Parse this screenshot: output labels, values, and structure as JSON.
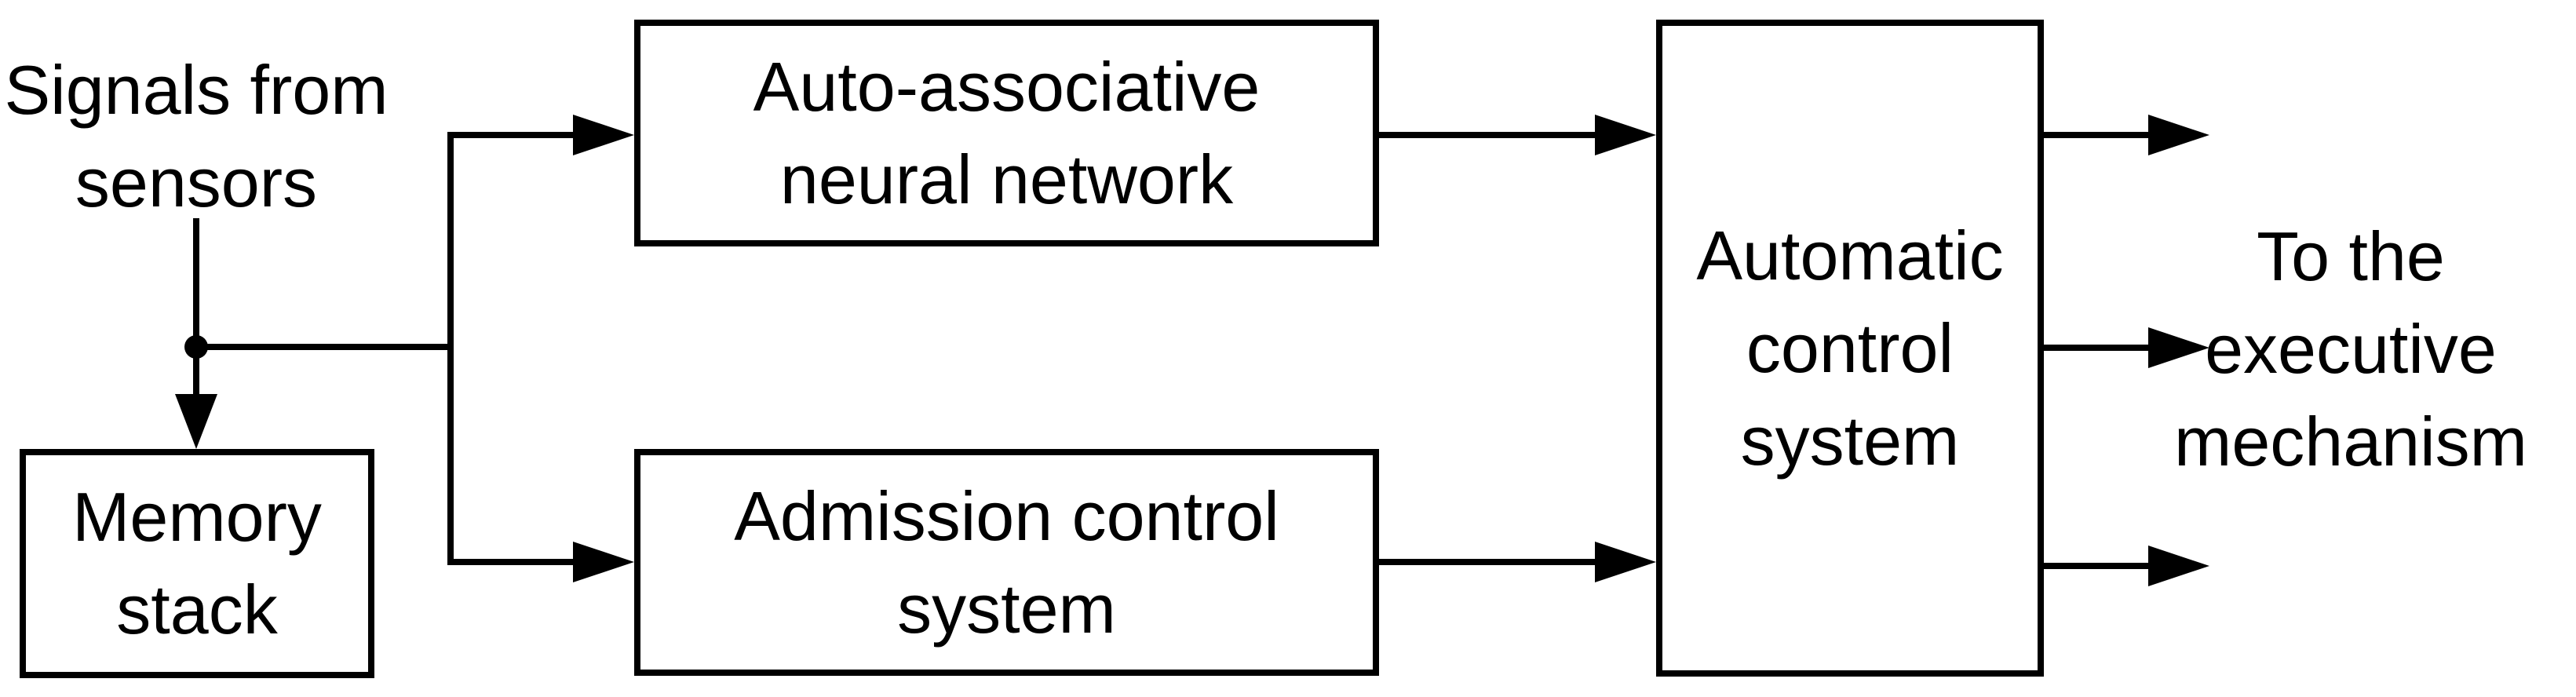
{
  "page": {
    "background_color": "#ffffff",
    "stroke_color": "#000000",
    "text_color": "#000000"
  },
  "diagram": {
    "input_label": {
      "lines": [
        "Signals from",
        "sensors"
      ]
    },
    "output_label": {
      "lines": [
        "To the",
        "executive",
        "mechanism"
      ]
    },
    "boxes": {
      "memory_stack": {
        "lines": [
          "Memory",
          "stack"
        ]
      },
      "auto_associative_nn": {
        "lines": [
          "Auto-associative",
          "neural network"
        ]
      },
      "admission_control": {
        "lines": [
          "Admission control",
          "system"
        ]
      },
      "automatic_control": {
        "lines": [
          "Automatic",
          "control",
          "system"
        ]
      }
    },
    "connections": [
      {
        "from": "signals-from-sensors",
        "to": "memory-stack",
        "style": "arrow"
      },
      {
        "from": "signals-from-sensors",
        "to": "auto-associative-neural-network",
        "style": "arrow"
      },
      {
        "from": "signals-from-sensors",
        "to": "admission-control-system",
        "style": "arrow"
      },
      {
        "from": "auto-associative-neural-network",
        "to": "automatic-control-system",
        "style": "arrow"
      },
      {
        "from": "admission-control-system",
        "to": "automatic-control-system",
        "style": "arrow"
      },
      {
        "from": "automatic-control-system",
        "to": "executive-mechanism",
        "style": "arrow",
        "output_index": 1
      },
      {
        "from": "automatic-control-system",
        "to": "executive-mechanism",
        "style": "arrow",
        "output_index": 2
      },
      {
        "from": "automatic-control-system",
        "to": "executive-mechanism",
        "style": "arrow",
        "output_index": 3
      }
    ]
  }
}
